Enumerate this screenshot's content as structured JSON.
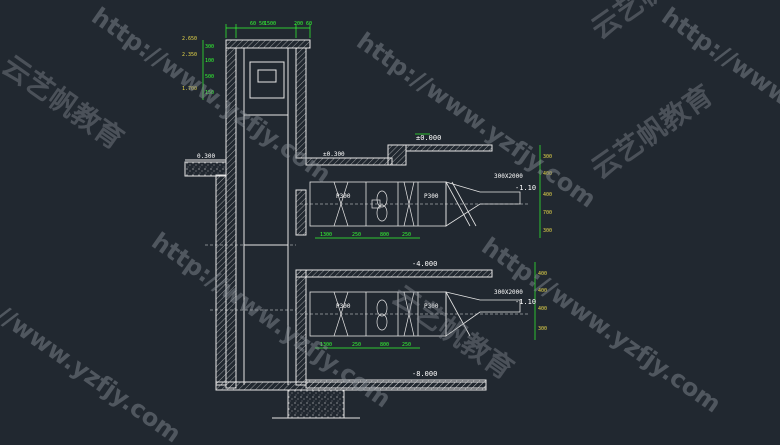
{
  "watermark": {
    "url": "http://www.yzfjy.com",
    "brand": "云艺帆教育"
  },
  "top_dims": {
    "left": "60 50",
    "middle": "1500",
    "right": "200 60"
  },
  "elevations": {
    "roof_top": "2.650",
    "mid_a": "2.350",
    "mid_b": "1.700",
    "ground": "0.300",
    "slab_a": "±0.000",
    "slab_a_right": "±0.300",
    "slab_b": "-4.000",
    "bottom": "-8.000",
    "duct_top": "-1.10",
    "duct_bottom": "-1.10"
  },
  "duct": {
    "size_top": "300X2000",
    "size_bottom": "300X2000",
    "fan_label": "P300",
    "fan_label_right": "P300"
  },
  "row_dims": {
    "top": [
      "1300",
      "250",
      "800",
      "250"
    ],
    "bottom": [
      "1300",
      "250",
      "800",
      "250"
    ]
  },
  "side_dims": {
    "top_right": [
      "300",
      "400",
      "400",
      "700",
      "300"
    ],
    "bottom_right": [
      "400",
      "400",
      "400",
      "300"
    ],
    "left_top": [
      "300",
      "100",
      "500",
      "150"
    ]
  }
}
